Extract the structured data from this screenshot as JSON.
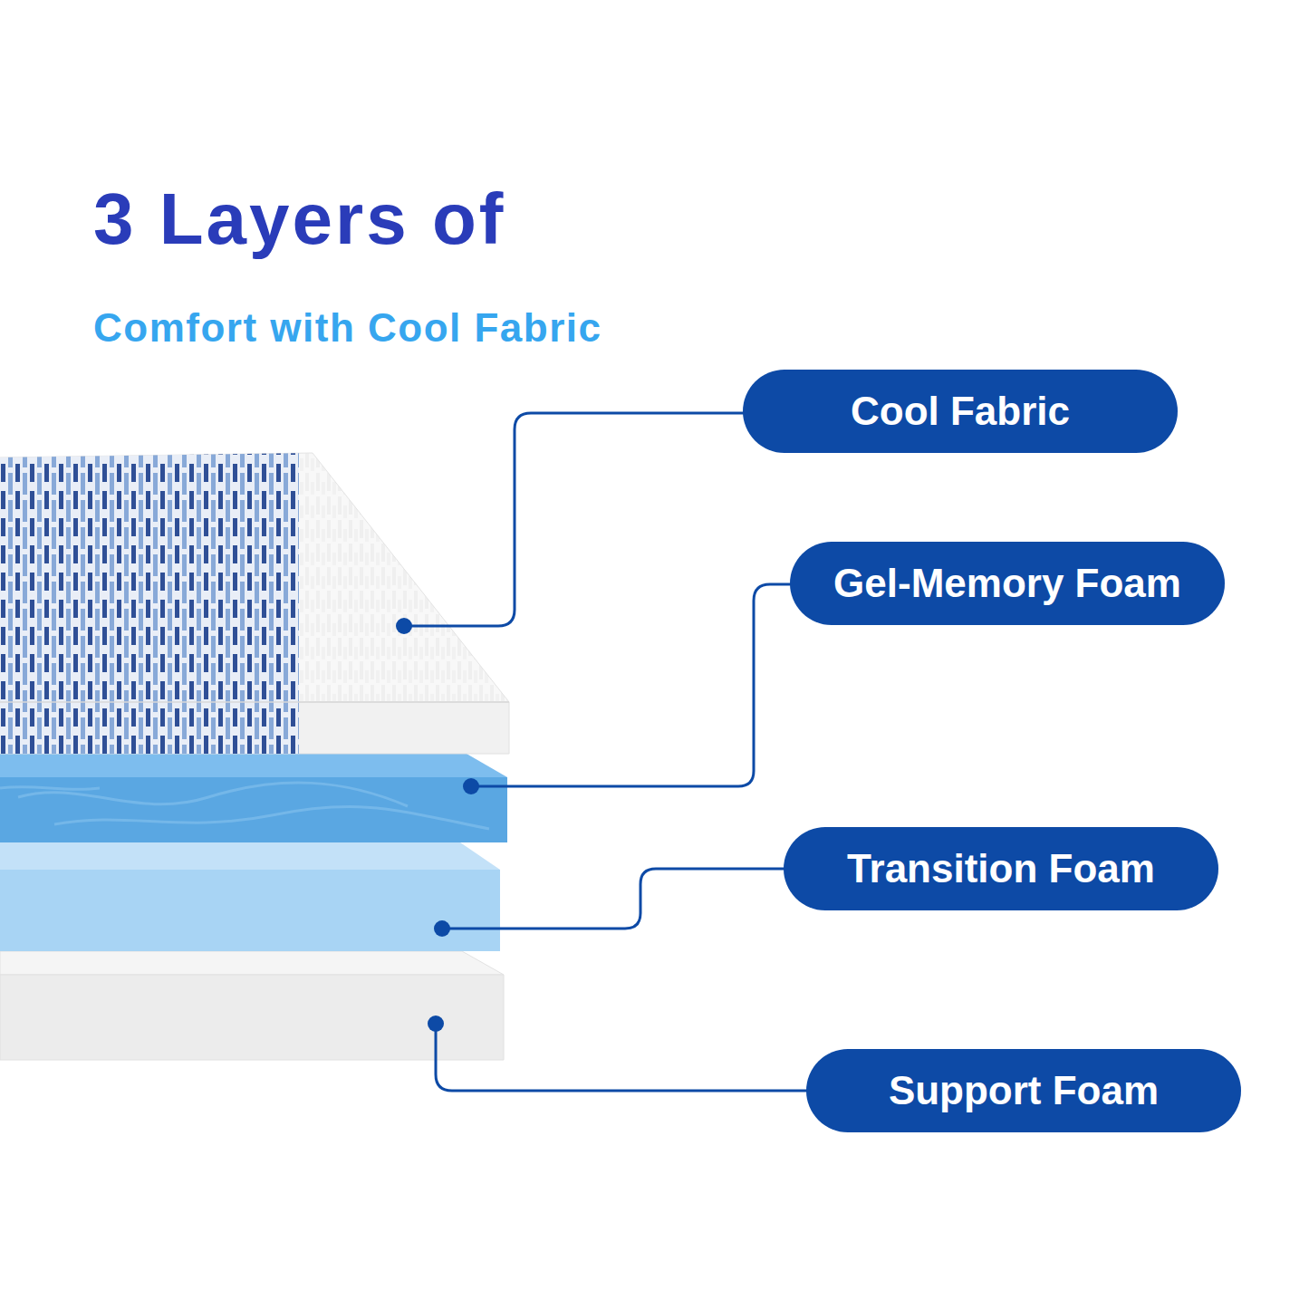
{
  "diagram": {
    "title": "3 Layers of",
    "nodes": [
      {
        "text": [
          "Cool Fabric"
        ]
      },
      {
        "text": [
          "Gel-Memory Foam"
        ]
      },
      {
        "text": [
          "Transition Foam"
        ]
      },
      {
        "text": [
          "Support Foam"
        ]
      }
    ],
    "labels": [
      "Comfort with Cool Fabric"
    ]
  }
}
